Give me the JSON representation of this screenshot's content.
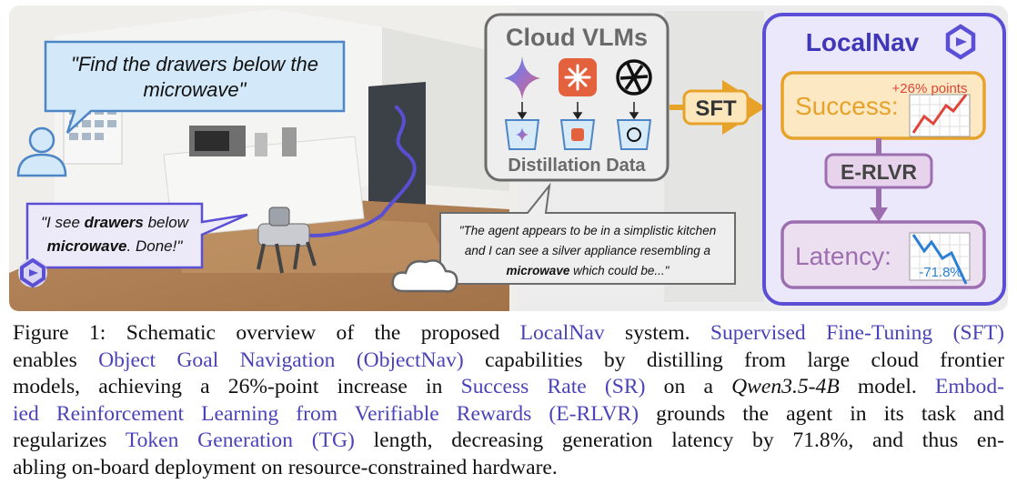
{
  "scene": {
    "user_quote_line1": "\"Find the drawers below the",
    "user_quote_line2": "microwave\"",
    "robot_quote_line1_a": "\"I see ",
    "robot_quote_line1_b": "drawers",
    "robot_quote_line1_c": " below",
    "robot_quote_line2_a": "microwave",
    "robot_quote_line2_b": ". Done!\"",
    "cloud_title": "Cloud VLMs",
    "cloud_footer": "Distillation Data",
    "thought_line1": "\"The agent appears to be in a simplistic kitchen",
    "thought_line2": "and I can see a silver appliance resembling a",
    "thought_line3_a": "microwave",
    "thought_line3_b": " which could be...\"",
    "sft_label": "SFT",
    "erlvr_label": "E-RLVR",
    "localnav_title": "LocalNav",
    "success_label": "Success:",
    "success_delta": "+26% points",
    "latency_label": "Latency:",
    "latency_delta": "-71.8%"
  },
  "colors": {
    "purple": "#5b4fd6",
    "orange": "#e7a22a",
    "mauve": "#9d6fb0",
    "red": "#e0443a",
    "blue": "#2a7fd4",
    "bubble_blue": "#d3e8f8"
  },
  "icons": [
    "user-icon",
    "gemini-icon",
    "claude-icon",
    "openai-icon",
    "bucket-icon",
    "cloud-icon",
    "localnav-logo-icon",
    "robot-dog"
  ],
  "caption": {
    "l1_a": "Figure 1: Schematic overview of the proposed ",
    "l1_b": "LocalNav",
    "l1_c": " system. ",
    "l1_d": "Supervised Fine-Tuning (SFT)",
    "l2_a": "enables ",
    "l2_b": "Object Goal Navigation (ObjectNav)",
    "l2_c": " capabilities by distilling from large cloud frontier",
    "l3_a": "models, achieving a 26%-point increase in ",
    "l3_b": "Success Rate (SR)",
    "l3_c": " on a ",
    "l3_d": "Qwen3.5-4B",
    "l3_e": " model. ",
    "l3_f": "Embod-",
    "l4_a": "ied Reinforcement Learning from Verifiable Rewards (E-RLVR)",
    "l4_b": " grounds the agent in its task and",
    "l5_a": "regularizes ",
    "l5_b": "Token Generation (TG)",
    "l5_c": " length, decreasing generation latency by 71.8%, and thus en-",
    "l6_a": "abling on-board deployment on resource-constrained hardware."
  }
}
